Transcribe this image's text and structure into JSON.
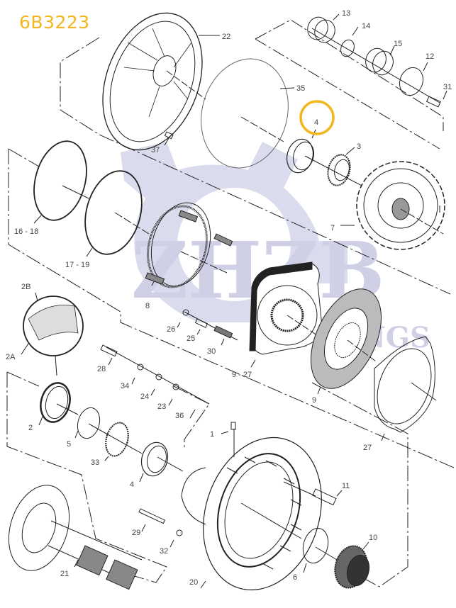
{
  "title": "6B3223",
  "watermark": {
    "brand": "ZHZB",
    "sub": "BEARINGS",
    "color": "#cfd0e6"
  },
  "highlight": {
    "part": "4",
    "color": "#f3b61f"
  },
  "parts": [
    {
      "id": "22",
      "label": "22"
    },
    {
      "id": "13",
      "label": "13"
    },
    {
      "id": "14",
      "label": "14"
    },
    {
      "id": "15",
      "label": "15"
    },
    {
      "id": "12",
      "label": "12"
    },
    {
      "id": "31",
      "label": "31"
    },
    {
      "id": "35",
      "label": "35"
    },
    {
      "id": "4a",
      "label": "4"
    },
    {
      "id": "3",
      "label": "3"
    },
    {
      "id": "37",
      "label": "37"
    },
    {
      "id": "7",
      "label": "7"
    },
    {
      "id": "16-18",
      "label": "16 - 18"
    },
    {
      "id": "17-19",
      "label": "17 - 19"
    },
    {
      "id": "8",
      "label": "8"
    },
    {
      "id": "2B",
      "label": "2B"
    },
    {
      "id": "2A",
      "label": "2A"
    },
    {
      "id": "26",
      "label": "26"
    },
    {
      "id": "25",
      "label": "25"
    },
    {
      "id": "30",
      "label": "30"
    },
    {
      "id": "9-27",
      "label": "9 - 27"
    },
    {
      "id": "9",
      "label": "9"
    },
    {
      "id": "28",
      "label": "28"
    },
    {
      "id": "34",
      "label": "34"
    },
    {
      "id": "24",
      "label": "24"
    },
    {
      "id": "23",
      "label": "23"
    },
    {
      "id": "36",
      "label": "36"
    },
    {
      "id": "27",
      "label": "27"
    },
    {
      "id": "2",
      "label": "2"
    },
    {
      "id": "5",
      "label": "5"
    },
    {
      "id": "1",
      "label": "1"
    },
    {
      "id": "33",
      "label": "33"
    },
    {
      "id": "4b",
      "label": "4"
    },
    {
      "id": "11",
      "label": "11"
    },
    {
      "id": "29",
      "label": "29"
    },
    {
      "id": "32",
      "label": "32"
    },
    {
      "id": "21",
      "label": "21"
    },
    {
      "id": "20",
      "label": "20"
    },
    {
      "id": "6",
      "label": "6"
    },
    {
      "id": "10",
      "label": "10"
    }
  ]
}
